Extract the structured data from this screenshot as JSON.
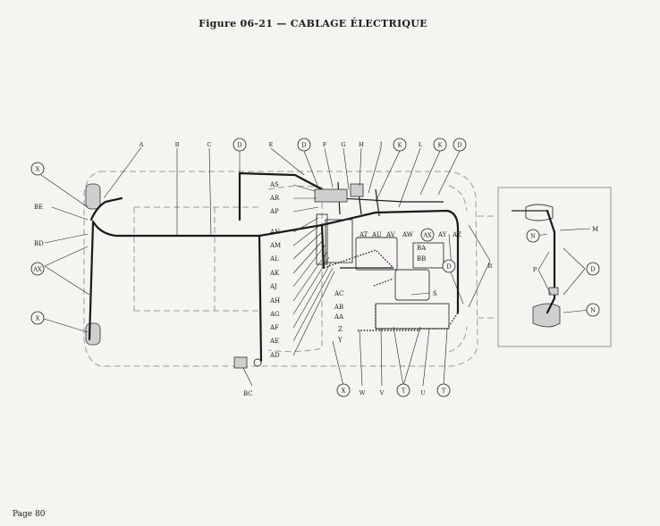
{
  "header": {
    "title": "Figure 06-21 — CABLAGE ÉLECTRIQUE"
  },
  "footer": {
    "page": "Page 80"
  },
  "callouts": {
    "top": [
      "A",
      "B",
      "C",
      "D",
      "E",
      "D",
      "F",
      "G",
      "H",
      "J",
      "K",
      "L",
      "K",
      "D"
    ],
    "left": [
      "X",
      "BE",
      "BD",
      "AX",
      "X"
    ],
    "middle_left": [
      "AS",
      "AR",
      "AP",
      "AN",
      "AM",
      "AL",
      "AK",
      "AJ",
      "AH",
      "AG",
      "AF",
      "AE",
      "AD"
    ],
    "center": [
      "AT",
      "AU",
      "AV",
      "AW",
      "AX",
      "AY",
      "AZ",
      "BA",
      "BB",
      "AC",
      "AB",
      "AA",
      "Z",
      "Y",
      "S"
    ],
    "bottom": [
      "BC",
      "X",
      "W",
      "V",
      "T",
      "U",
      "T"
    ],
    "right": [
      "R",
      "D",
      "M",
      "N",
      "P",
      "D",
      "N"
    ]
  }
}
